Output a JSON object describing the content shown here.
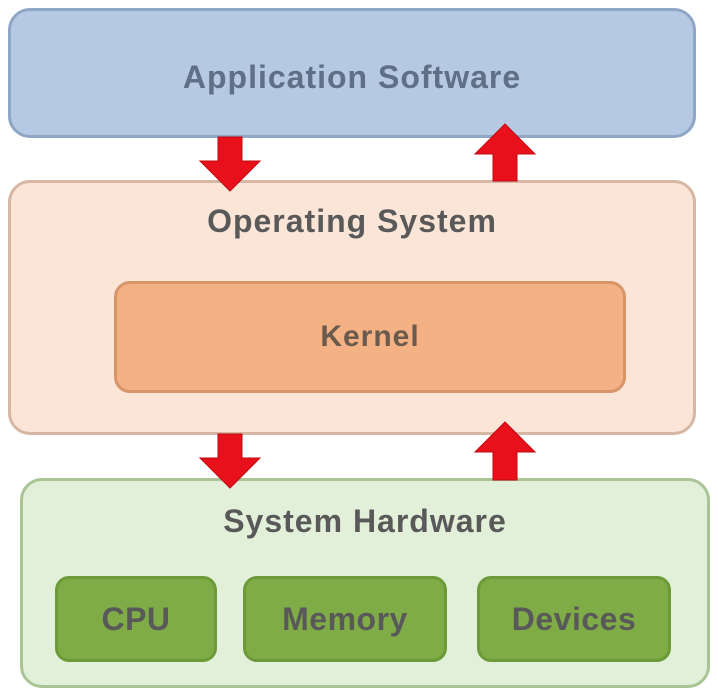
{
  "colors": {
    "arrow": "#e8101a",
    "application_fill": "#b6c9e3",
    "os_fill": "#fbe5d6",
    "kernel_fill": "#f4b183",
    "hardware_fill": "#e2efd9",
    "hardware_chip_fill": "#7fac46"
  },
  "layers": {
    "application": {
      "label": "Application  Software"
    },
    "operating_system": {
      "label": "Operating  System",
      "kernel": {
        "label": "Kernel"
      }
    },
    "hardware": {
      "label": "System  Hardware",
      "components": [
        {
          "label": "CPU"
        },
        {
          "label": "Memory"
        },
        {
          "label": "Devices"
        }
      ]
    }
  },
  "arrows": [
    {
      "from": "application",
      "to": "operating_system",
      "direction": "down"
    },
    {
      "from": "operating_system",
      "to": "application",
      "direction": "up"
    },
    {
      "from": "operating_system",
      "to": "hardware",
      "direction": "down"
    },
    {
      "from": "hardware",
      "to": "operating_system",
      "direction": "up"
    }
  ]
}
